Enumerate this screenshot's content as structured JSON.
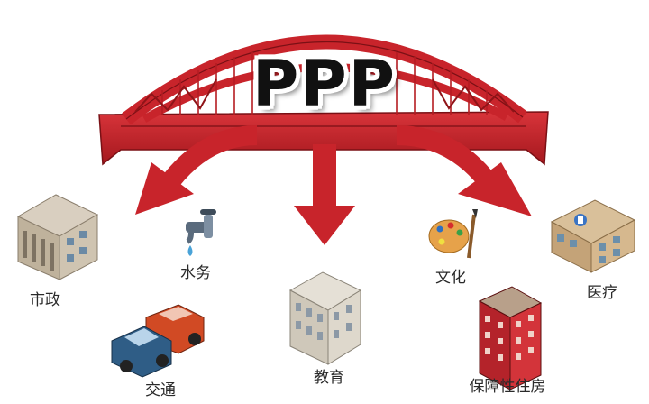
{
  "title": "PPP",
  "sectors": [
    {
      "key": "municipal",
      "label": "市政",
      "icon": "government-building-icon"
    },
    {
      "key": "water",
      "label": "水务",
      "icon": "faucet-icon"
    },
    {
      "key": "transport",
      "label": "交通",
      "icon": "cars-icon"
    },
    {
      "key": "education",
      "label": "教育",
      "icon": "school-building-icon"
    },
    {
      "key": "culture",
      "label": "文化",
      "icon": "paint-palette-icon"
    },
    {
      "key": "housing",
      "label": "保障性住房",
      "icon": "apartment-building-icon"
    },
    {
      "key": "medical",
      "label": "医疗",
      "icon": "hospital-icon"
    }
  ],
  "colors": {
    "bridge": "#c8242b",
    "bridge_dark": "#8f1418",
    "arrow": "#c8242b",
    "text": "#2a2a2a"
  }
}
